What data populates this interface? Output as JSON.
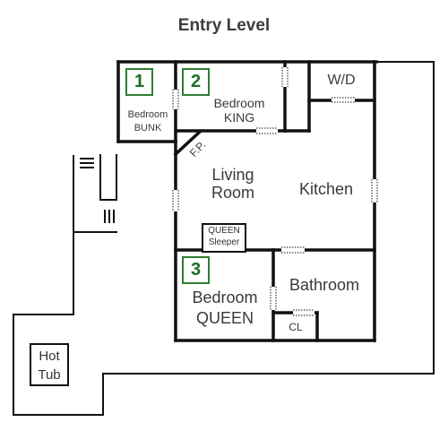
{
  "title": "Entry Level",
  "rooms": {
    "bedroom1": {
      "badge": "1",
      "line1": "Bedroom",
      "line2": "BUNK"
    },
    "bedroom2": {
      "badge": "2",
      "line1": "Bedroom",
      "line2": "KING"
    },
    "wd": "W/D",
    "fp": "F.P.",
    "living": {
      "line1": "Living",
      "line2": "Room"
    },
    "kitchen": "Kitchen",
    "sleeper": {
      "line1": "QUEEN",
      "line2": "Sleeper"
    },
    "bedroom3": {
      "badge": "3",
      "line1": "Bedroom",
      "line2": "QUEEN"
    },
    "bathroom": "Bathroom",
    "closet": "CL",
    "hottub": {
      "line1": "Hot",
      "line2": "Tub"
    }
  },
  "colors": {
    "walls": "#111111",
    "badge_border": "#2e7d32",
    "badge_text": "#1b6e20"
  }
}
